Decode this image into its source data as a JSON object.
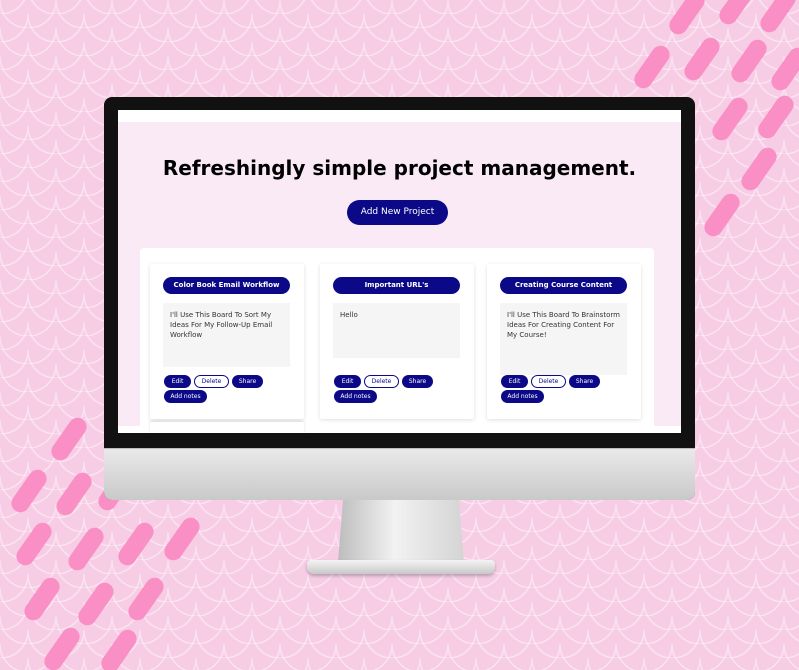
{
  "colors": {
    "background": "#f7cde6",
    "accent_stripes": "#f98fc4",
    "app_background": "#faeaf5",
    "primary": "#0b0987"
  },
  "app": {
    "headline": "Refreshingly simple project management.",
    "add_project_label": "Add New Project"
  },
  "cards": [
    {
      "title": "Color Book Email Workflow",
      "description": "I'll Use This Board To Sort My Ideas For My Follow-Up Email Workflow",
      "actions": {
        "edit": "Edit",
        "delete": "Delete",
        "share": "Share",
        "add_notes": "Add notes"
      }
    },
    {
      "title": "Important URL's",
      "description": "Hello",
      "actions": {
        "edit": "Edit",
        "delete": "Delete",
        "share": "Share",
        "add_notes": "Add notes"
      }
    },
    {
      "title": "Creating Course Content",
      "description": "I'll Use This Board To Brainstorm Ideas For Creating Content For My Course!",
      "actions": {
        "edit": "Edit",
        "delete": "Delete",
        "share": "Share",
        "add_notes": "Add notes"
      }
    }
  ]
}
